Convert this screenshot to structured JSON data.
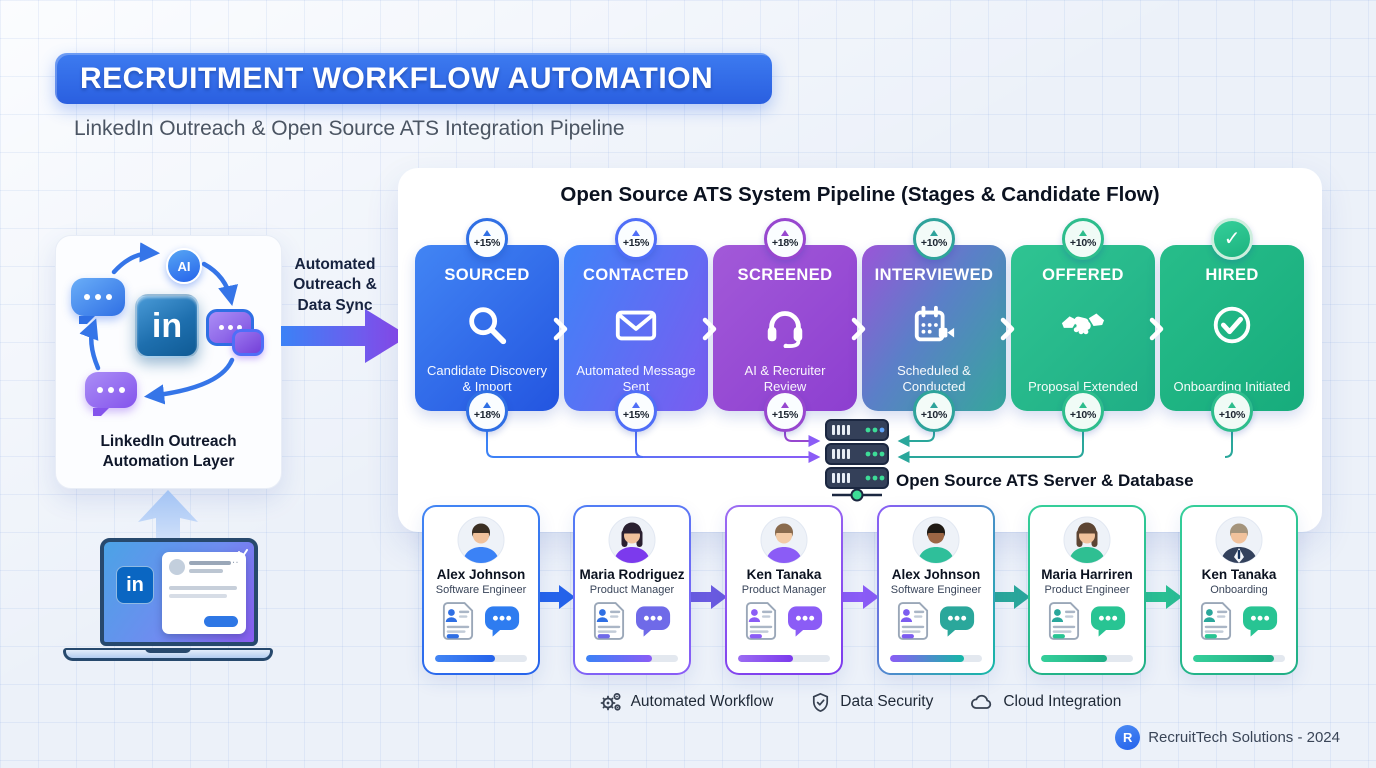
{
  "header": {
    "title": "RECRUITMENT WORKFLOW AUTOMATION",
    "subtitle": "LinkedIn Outreach & Open Source ATS Integration Pipeline",
    "banner_color": "#2e6be6"
  },
  "linkedin_module": {
    "ai_badge": "AI",
    "logo_text": "in",
    "label": "LinkedIn Outreach Automation Layer"
  },
  "sync_arrow": {
    "label": "Automated Outreach & Data Sync"
  },
  "laptop": {
    "logo_text": "in"
  },
  "pipeline": {
    "title": "Open Source ATS System Pipeline (Stages & Candidate Flow)",
    "server_label": "Open Source ATS Server & Database",
    "stages": [
      {
        "name": "SOURCED",
        "description": "Candidate Discovery & Import",
        "top_badge": "+15%",
        "bottom_badge": "+18%",
        "icon": "search-icon",
        "accent": "#2563eb"
      },
      {
        "name": "CONTACTED",
        "description": "Automated Message Sent",
        "top_badge": "+15%",
        "bottom_badge": "+15%",
        "icon": "envelope-icon",
        "accent": "#4f6ef7"
      },
      {
        "name": "SCREENED",
        "description": "AI & Recruiter Review",
        "top_badge": "+18%",
        "bottom_badge": "+15%",
        "icon": "headset-icon",
        "accent": "#9747cf"
      },
      {
        "name": "INTERVIEWED",
        "description": "Scheduled & Conducted",
        "top_badge": "+10%",
        "bottom_badge": "+10%",
        "icon": "calendar-video-icon",
        "accent": "#2fa39b"
      },
      {
        "name": "OFFERED",
        "description": "Proposal Extended",
        "top_badge": "+10%",
        "bottom_badge": "+10%",
        "icon": "handshake-icon",
        "accent": "#2dbd8c"
      },
      {
        "name": "HIRED",
        "description": "Onboarding Initiated",
        "top_badge": "✓",
        "bottom_badge": "+10%",
        "icon": "check-circle-icon",
        "accent": "#1db37f"
      }
    ]
  },
  "candidates": [
    {
      "name": "Alex Johnson",
      "role": "Software Engineer",
      "progress_pct": 65,
      "accent": "#2563eb"
    },
    {
      "name": "Maria Rodriguez",
      "role": "Product Manager",
      "progress_pct": 72,
      "accent": "#6366f1"
    },
    {
      "name": "Ken Tanaka",
      "role": "Product Manager",
      "progress_pct": 60,
      "accent": "#8b5cf6"
    },
    {
      "name": "Alex Johnson",
      "role": "Software Engineer",
      "progress_pct": 80,
      "accent": "#14b8a6"
    },
    {
      "name": "Maria Harriren",
      "role": "Product Engineer",
      "progress_pct": 72,
      "accent": "#2fbf92"
    },
    {
      "name": "Ken Tanaka",
      "role": "Onboarding",
      "progress_pct": 88,
      "accent": "#2fbf92"
    }
  ],
  "legend": {
    "items": [
      {
        "label": "Automated Workflow",
        "icon": "gears-icon"
      },
      {
        "label": "Data Security",
        "icon": "shield-check-icon"
      },
      {
        "label": "Cloud Integration",
        "icon": "cloud-icon"
      }
    ]
  },
  "footer": {
    "logo_letter": "R",
    "brand": "RecruitTech Solutions - 2024"
  }
}
